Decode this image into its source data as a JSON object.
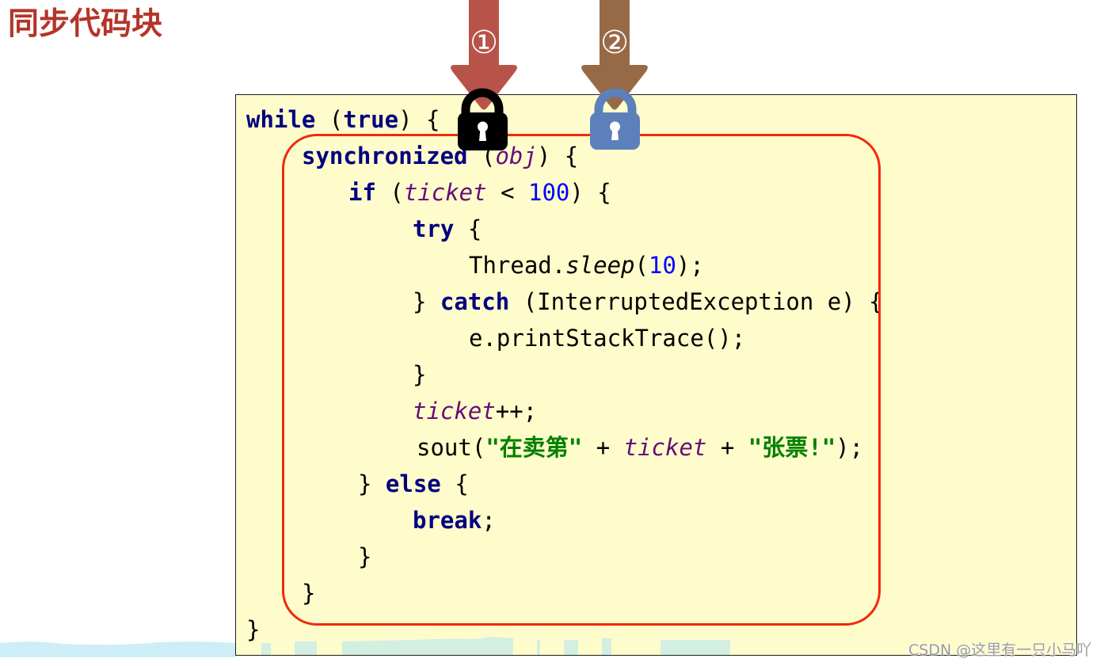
{
  "title": "同步代码块",
  "colors": {
    "title": "#b3352a",
    "code_background": "#fefcca",
    "highlight_border": "#f3290a"
  },
  "syntax_colors": {
    "keyword": "#000080",
    "variable": "#660e7a",
    "number": "#0000ff",
    "string": "#008000"
  },
  "arrows": [
    {
      "label": "①",
      "color": "#b8534a"
    },
    {
      "label": "②",
      "color": "#976a47"
    }
  ],
  "locks": [
    {
      "icon": "lock-icon",
      "color": "#000000"
    },
    {
      "icon": "lock-icon",
      "color": "#5c80ba"
    }
  ],
  "code": {
    "lines": [
      [
        {
          "kw": "while"
        },
        {
          "p": " ("
        },
        {
          "kw": "true"
        },
        {
          "p": ") {"
        }
      ],
      [
        {
          "kw": "synchronized"
        },
        {
          "p": " ("
        },
        {
          "var": "obj"
        },
        {
          "p": ") {"
        }
      ],
      [
        {
          "kw": "if"
        },
        {
          "p": " ("
        },
        {
          "var": "ticket"
        },
        {
          "p": " < "
        },
        {
          "num": "100"
        },
        {
          "p": ") {"
        }
      ],
      [
        {
          "kw": "try"
        },
        {
          "p": " {"
        }
      ],
      [
        {
          "p": "Thread."
        },
        {
          "static": "sleep"
        },
        {
          "p": "("
        },
        {
          "num": "10"
        },
        {
          "p": ");"
        }
      ],
      [
        {
          "p": "} "
        },
        {
          "kw": "catch"
        },
        {
          "p": " (InterruptedException e) {"
        }
      ],
      [
        {
          "p": "e.printStackTrace();"
        }
      ],
      [
        {
          "p": "}"
        }
      ],
      [
        {
          "var": "ticket"
        },
        {
          "p": "++;"
        }
      ],
      [
        {
          "p": "sout("
        },
        {
          "str": "\"在卖第\""
        },
        {
          "p": " + "
        },
        {
          "var": "ticket"
        },
        {
          "p": " + "
        },
        {
          "str": "\"张票!\""
        },
        {
          "p": ");"
        }
      ],
      [
        {
          "p": "} "
        },
        {
          "kw": "else"
        },
        {
          "p": " {"
        }
      ],
      [
        {
          "kw": "break"
        },
        {
          "p": ";"
        }
      ],
      [
        {
          "p": "}"
        }
      ],
      [
        {
          "p": "}"
        }
      ],
      [
        {
          "p": "}"
        }
      ]
    ]
  },
  "watermark": "CSDN @这里有一只小马吖"
}
